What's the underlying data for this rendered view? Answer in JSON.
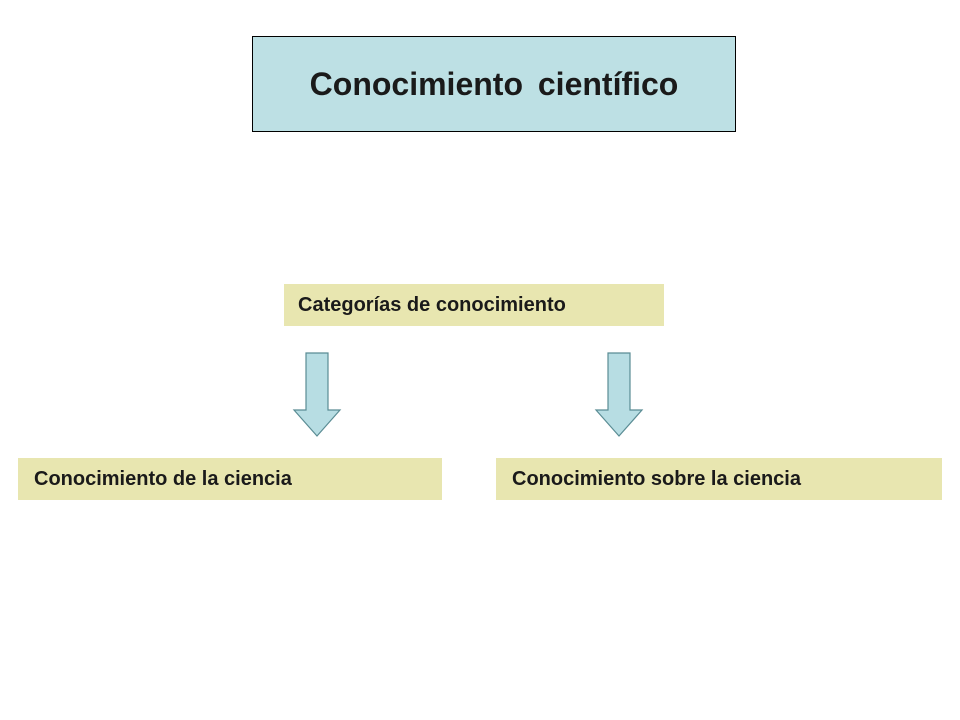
{
  "diagram": {
    "title": "Conocimiento  científico",
    "category": "Categorías de conocimiento",
    "branches": [
      {
        "label": "Conocimiento de la ciencia"
      },
      {
        "label": "Conocimiento sobre la ciencia"
      }
    ]
  },
  "colors": {
    "title_fill": "#bde0e4",
    "label_fill": "#e8e6b0",
    "arrow_fill": "#b7dde3",
    "arrow_stroke": "#5a8c94",
    "border": "#000000"
  },
  "icons": {
    "connector": "arrow-down-icon"
  }
}
